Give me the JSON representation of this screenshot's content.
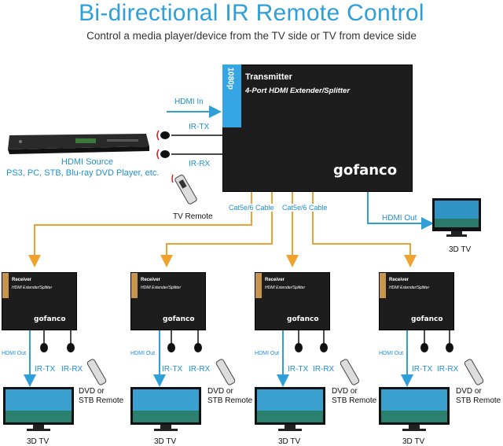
{
  "header": {
    "title": "Bi-directional IR Remote Control",
    "subtitle": "Control a media player/device from the TV side or TV from device side"
  },
  "transmitter": {
    "badge": "1080p",
    "title": "Transmitter",
    "subtitle": "4-Port HDMI Extender/Splitter",
    "logo": "gofanco",
    "hdmi_in": "HDMI In",
    "ir_tx": "IR-TX",
    "ir_rx": "IR-RX",
    "hdmi_out": "HDMI Out",
    "tv_label": "3D TV"
  },
  "source": {
    "title": "HDMI Source",
    "description": "PS3, PC, STB, Blu-ray DVD Player, etc.",
    "remote_label": "TV Remote"
  },
  "cables": [
    {
      "label": "Cat5e/6 Cable"
    },
    {
      "label": "Cat5e/6 Cable"
    }
  ],
  "receivers": [
    {
      "title": "Receiver",
      "subtitle": "HDMI Extender/Splitter",
      "logo": "gofanco",
      "hdmi_out": "HDMI Out",
      "ir_tx": "IR-TX",
      "ir_rx": "IR-RX",
      "remote_line1": "DVD or",
      "remote_line2": "STB Remote",
      "tv_label": "3D TV"
    },
    {
      "title": "Receiver",
      "subtitle": "HDMI Extender/Splitter",
      "logo": "gofanco",
      "hdmi_out": "HDMI Out",
      "ir_tx": "IR-TX",
      "ir_rx": "IR-RX",
      "remote_line1": "DVD or",
      "remote_line2": "STB Remote",
      "tv_label": "3D TV"
    },
    {
      "title": "Receiver",
      "subtitle": "HDMI Extender/Splitter",
      "logo": "gofanco",
      "hdmi_out": "HDMI Out",
      "ir_tx": "IR-TX",
      "ir_rx": "IR-RX",
      "remote_line1": "DVD or",
      "remote_line2": "STB Remote",
      "tv_label": "3D TV"
    },
    {
      "title": "Receiver",
      "subtitle": "HDMI Extender/Splitter",
      "logo": "gofanco",
      "hdmi_out": "HDMI Out",
      "ir_tx": "IR-TX",
      "ir_rx": "IR-RX",
      "remote_line1": "DVD or",
      "remote_line2": "STB Remote",
      "tv_label": "3D TV"
    }
  ],
  "colors": {
    "accent_blue": "#2e9fd8",
    "arrow_orange": "#f0a22e",
    "device_black": "#1d1d1d"
  }
}
